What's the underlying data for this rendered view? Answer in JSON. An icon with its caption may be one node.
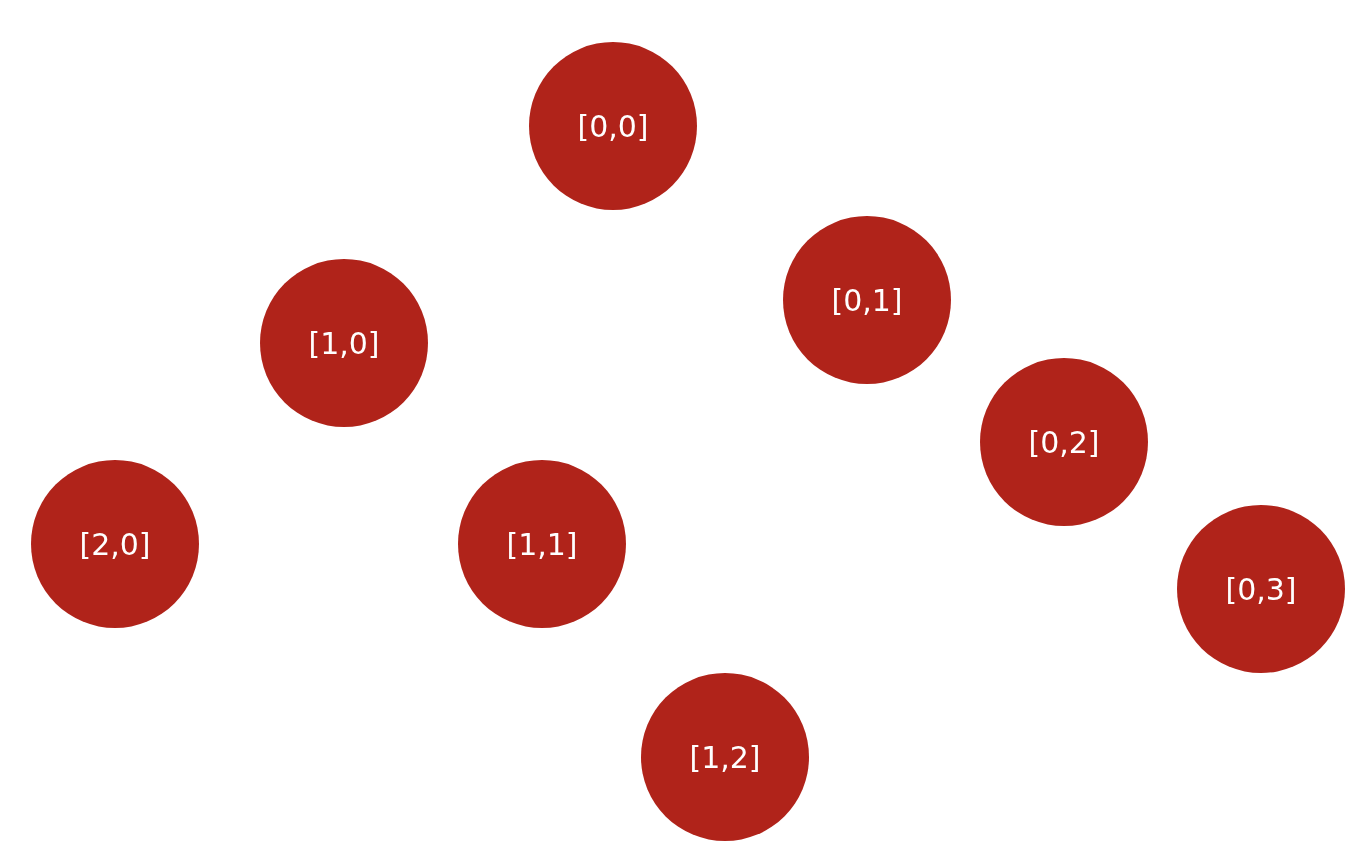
{
  "diagram": {
    "nodes": [
      {
        "text": [
          "[0,0]"
        ]
      },
      {
        "text": [
          "[0,1]"
        ]
      },
      {
        "text": [
          "[1,0]"
        ]
      },
      {
        "text": [
          "[0,2]"
        ]
      },
      {
        "text": [
          "[2,0]"
        ]
      },
      {
        "text": [
          "[1,1]"
        ]
      },
      {
        "text": [
          "[0,3]"
        ]
      },
      {
        "text": [
          "[1,2]"
        ]
      }
    ]
  }
}
